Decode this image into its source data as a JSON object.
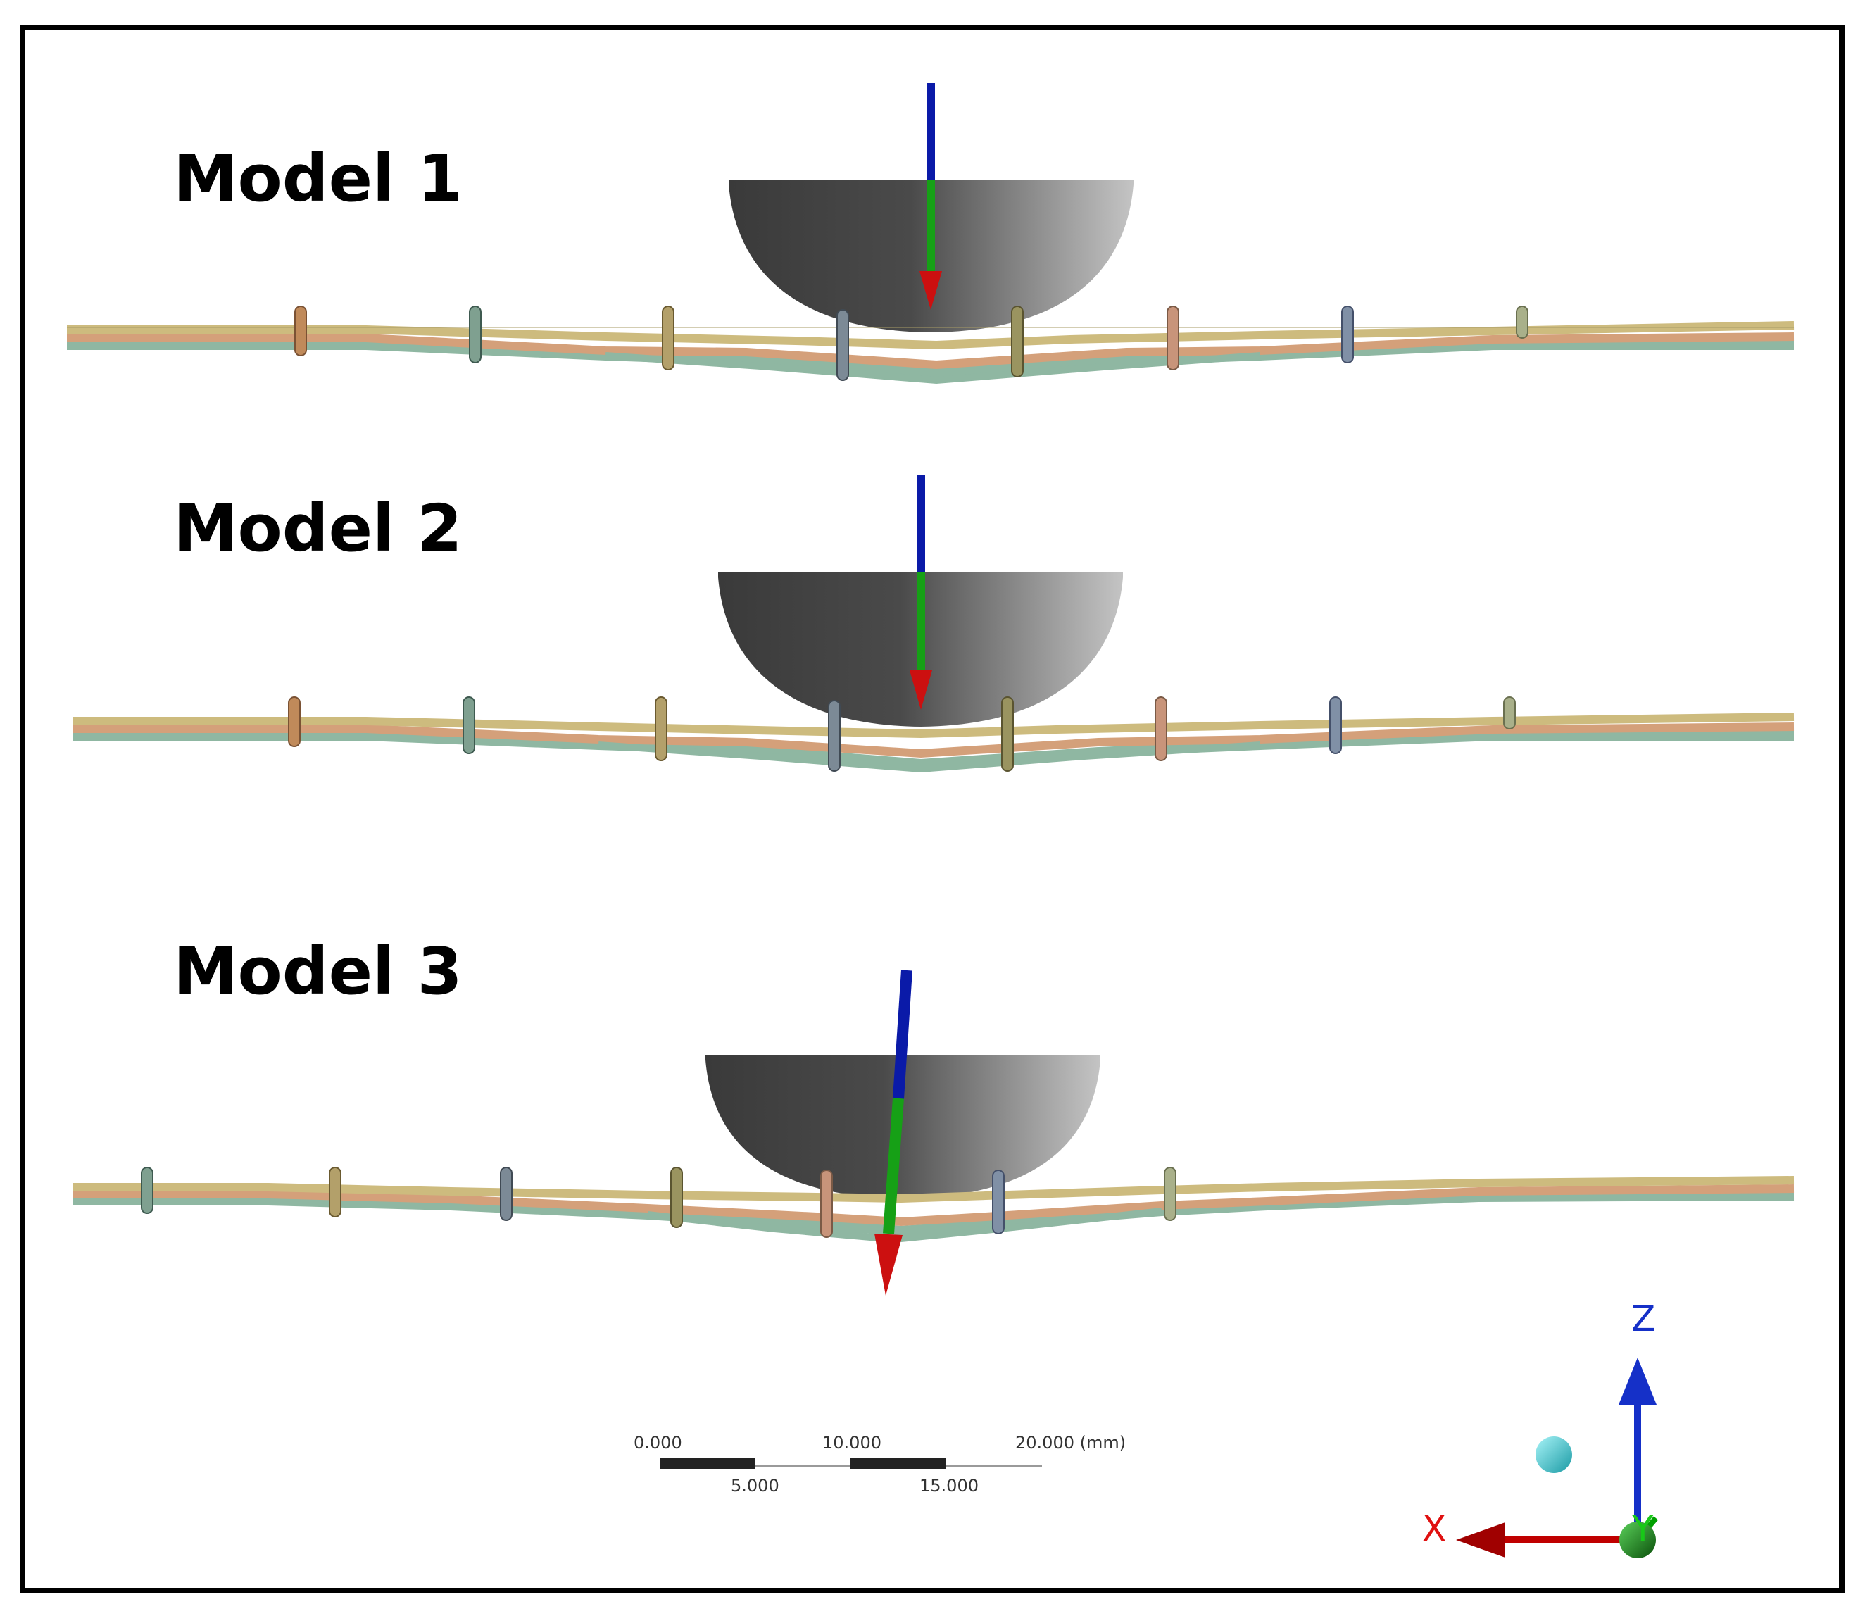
{
  "models": [
    {
      "label": "Model 1"
    },
    {
      "label": "Model 2"
    },
    {
      "label": "Model 3"
    }
  ],
  "scale_bar": {
    "top_labels": [
      "0.000",
      "10.000",
      "20.000 (mm)"
    ],
    "bottom_labels": [
      "5.000",
      "15.000"
    ]
  },
  "triad": {
    "x_label": "X",
    "y_label": "Y",
    "z_label": "Z",
    "colors": {
      "x": "#c00000",
      "y": "#00a000",
      "z": "#1530c8",
      "iso_ball": "#38c8d0"
    }
  },
  "colors": {
    "indenter": "#6a6a6a",
    "arrow_tail": "#0a1aa8",
    "arrow_mid": "#16a016",
    "arrow_head": "#cc1010",
    "layer_tan": "#cdbb7e",
    "layer_green": "#8fb7a2",
    "layer_orange": "#d4a07a"
  }
}
